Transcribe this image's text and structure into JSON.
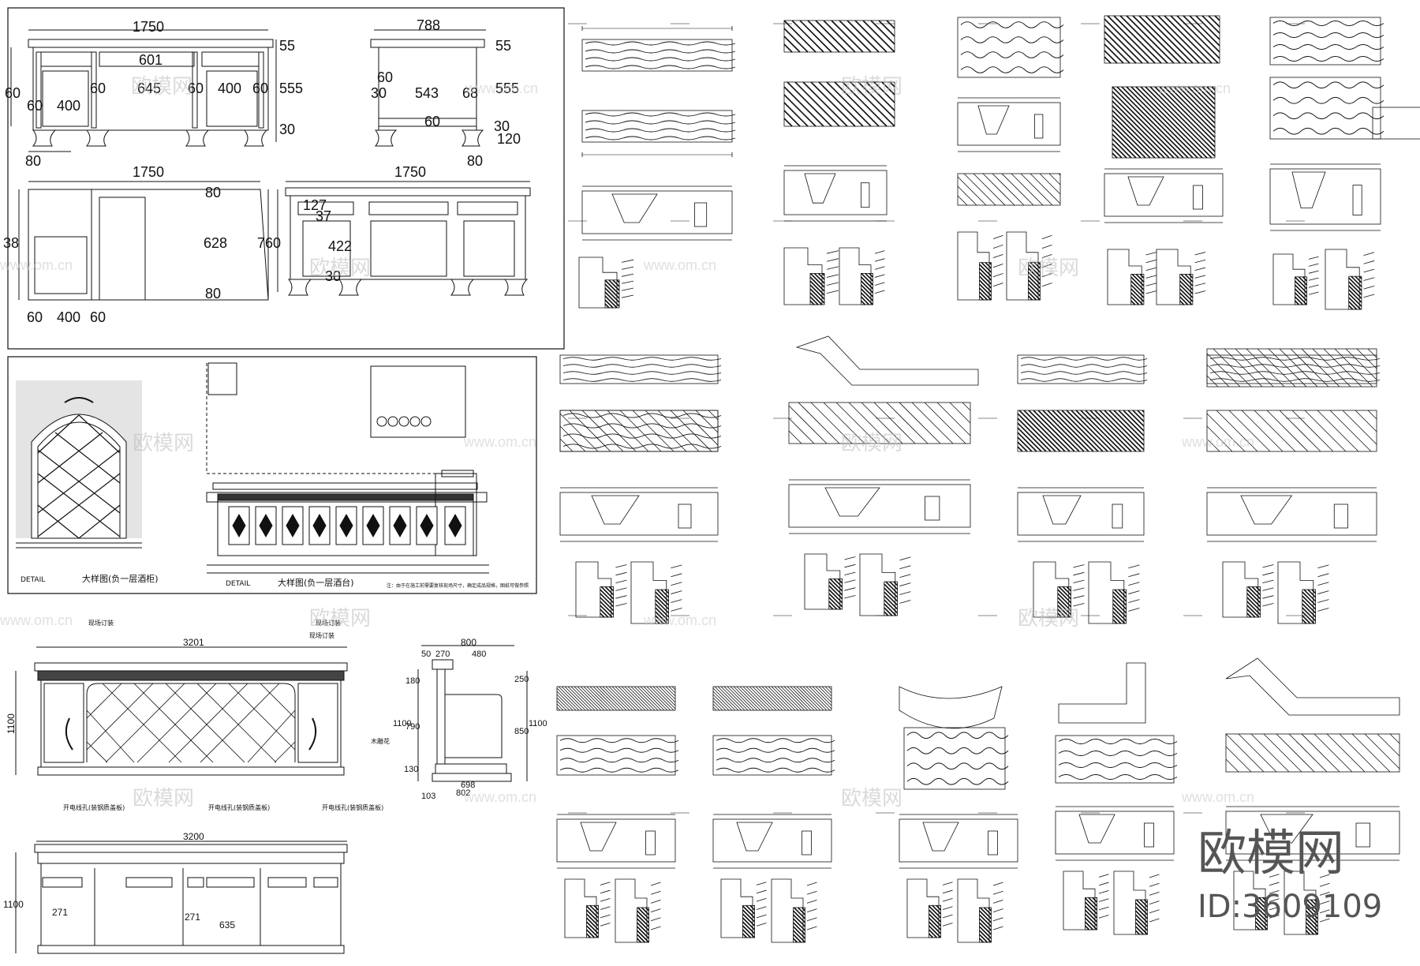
{
  "watermark": {
    "text": "欧模网",
    "site": "www.om.cn",
    "id": "ID:3609109"
  },
  "accent": "#111111",
  "top_left": {
    "front_width": "1750",
    "front_h_top": "55",
    "front_h_mid": "555",
    "front_h_bot": "30",
    "front_left_60": "60",
    "front_inner_601": "601",
    "front_645": "645",
    "front_400a": "400",
    "front_400b": "400",
    "front_60a": "60",
    "front_60b": "60",
    "front_60c": "60",
    "front_60d": "60",
    "front_80": "80",
    "side_width": "788",
    "side_55": "55",
    "side_555": "555",
    "side_60": "60",
    "side_30": "30",
    "side_543": "543",
    "side_68": "68",
    "side_60b": "60",
    "side_30b": "30",
    "side_120": "120",
    "side_80": "80",
    "plan_width": "1750",
    "plan_80a": "80",
    "plan_628": "628",
    "plan_80b": "80",
    "plan_38": "38",
    "plan_60a": "60",
    "plan_400": "400",
    "plan_60b": "60",
    "rear_width": "1750",
    "rear_127": "127",
    "rear_37": "37",
    "rear_422": "422",
    "rear_30": "30",
    "rear_760": "760"
  },
  "detail": {
    "wine_cabinet_title": "大样图(负一层酒柜)",
    "bar_title": "大样图(负一层酒台)",
    "detail_label_a": "DETAIL",
    "detail_label_b": "DETAIL",
    "note": "注：由于在施工前需要复核现场尺寸，确定成品规格，图纸可做参照"
  },
  "bottom_left": {
    "bar_width": "3201",
    "bar_height": "1100",
    "note_a": "现场订装",
    "note_b": "现场订装",
    "note_c": "现场订装",
    "wood_note": "木雕花",
    "sec_800": "800",
    "sec_50": "50",
    "sec_270": "270",
    "sec_480": "480",
    "sec_180": "180",
    "sec_1100": "1100",
    "sec_790": "790",
    "sec_130": "130",
    "sec_250": "250",
    "sec_850": "850",
    "sec_1100b": "1100",
    "sec_698": "698",
    "sec_802": "802",
    "sec_103": "103",
    "back_width": "3200",
    "back_height": "1100",
    "back_271a": "271",
    "back_271b": "271",
    "back_635": "635",
    "hole_a": "开电线孔(装钢质盖板)",
    "hole_b": "开电线孔(装钢质盖板)",
    "hole_c": "开电线孔(装钢质盖板)"
  }
}
